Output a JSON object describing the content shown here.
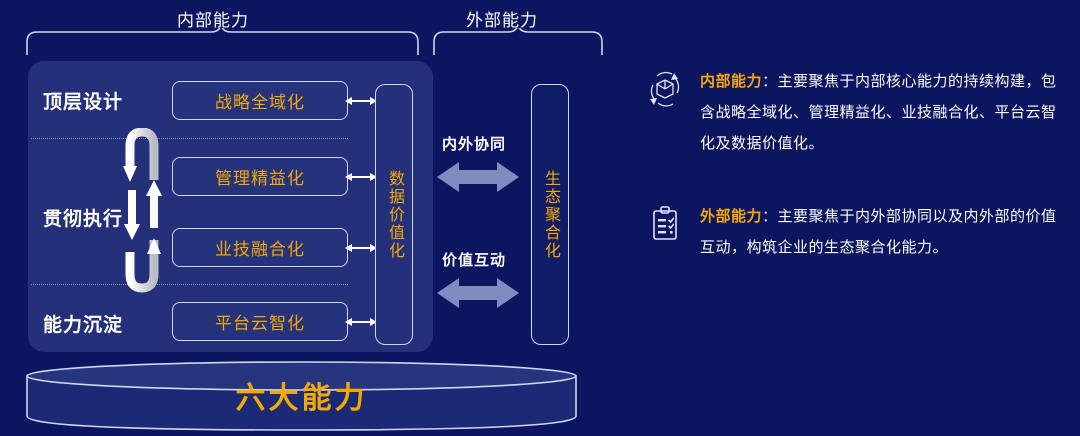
{
  "diagram": {
    "braces": [
      {
        "label": "内部能力"
      },
      {
        "label": "外部能力"
      }
    ],
    "row_labels": [
      {
        "label": "顶层设计"
      },
      {
        "label": "贯彻执行"
      },
      {
        "label": "能力沉淀"
      }
    ],
    "capabilities": [
      {
        "label": "战略全域化"
      },
      {
        "label": "管理精益化"
      },
      {
        "label": "业技融合化"
      },
      {
        "label": "平台云智化"
      }
    ],
    "data_box": {
      "label": "数据价值化"
    },
    "eco_box": {
      "label": "生态聚合化"
    },
    "synergy": [
      {
        "label": "内外协同"
      },
      {
        "label": "价值互动"
      }
    ],
    "base": {
      "label": "六大能力"
    }
  },
  "legend": {
    "items": [
      {
        "icon": "cycle-box-icon",
        "head": "内部能力",
        "body": "：主要聚焦于内部核心能力的持续构建，包含战略全域化、管理精益化、业技融合化、平台云智化及数据价值化。"
      },
      {
        "icon": "clipboard-checklist-icon",
        "head": "外部能力",
        "body": "：主要聚焦于内外部协同以及内外部的价值互动，构筑企业的生态聚合化能力。"
      }
    ]
  },
  "colors": {
    "background": "#0b1560",
    "panel": "#24317a",
    "accent": "#f5a800",
    "text": "#ffffff",
    "arrow": "#7f8cc0",
    "outline": "#cfd6ef"
  }
}
